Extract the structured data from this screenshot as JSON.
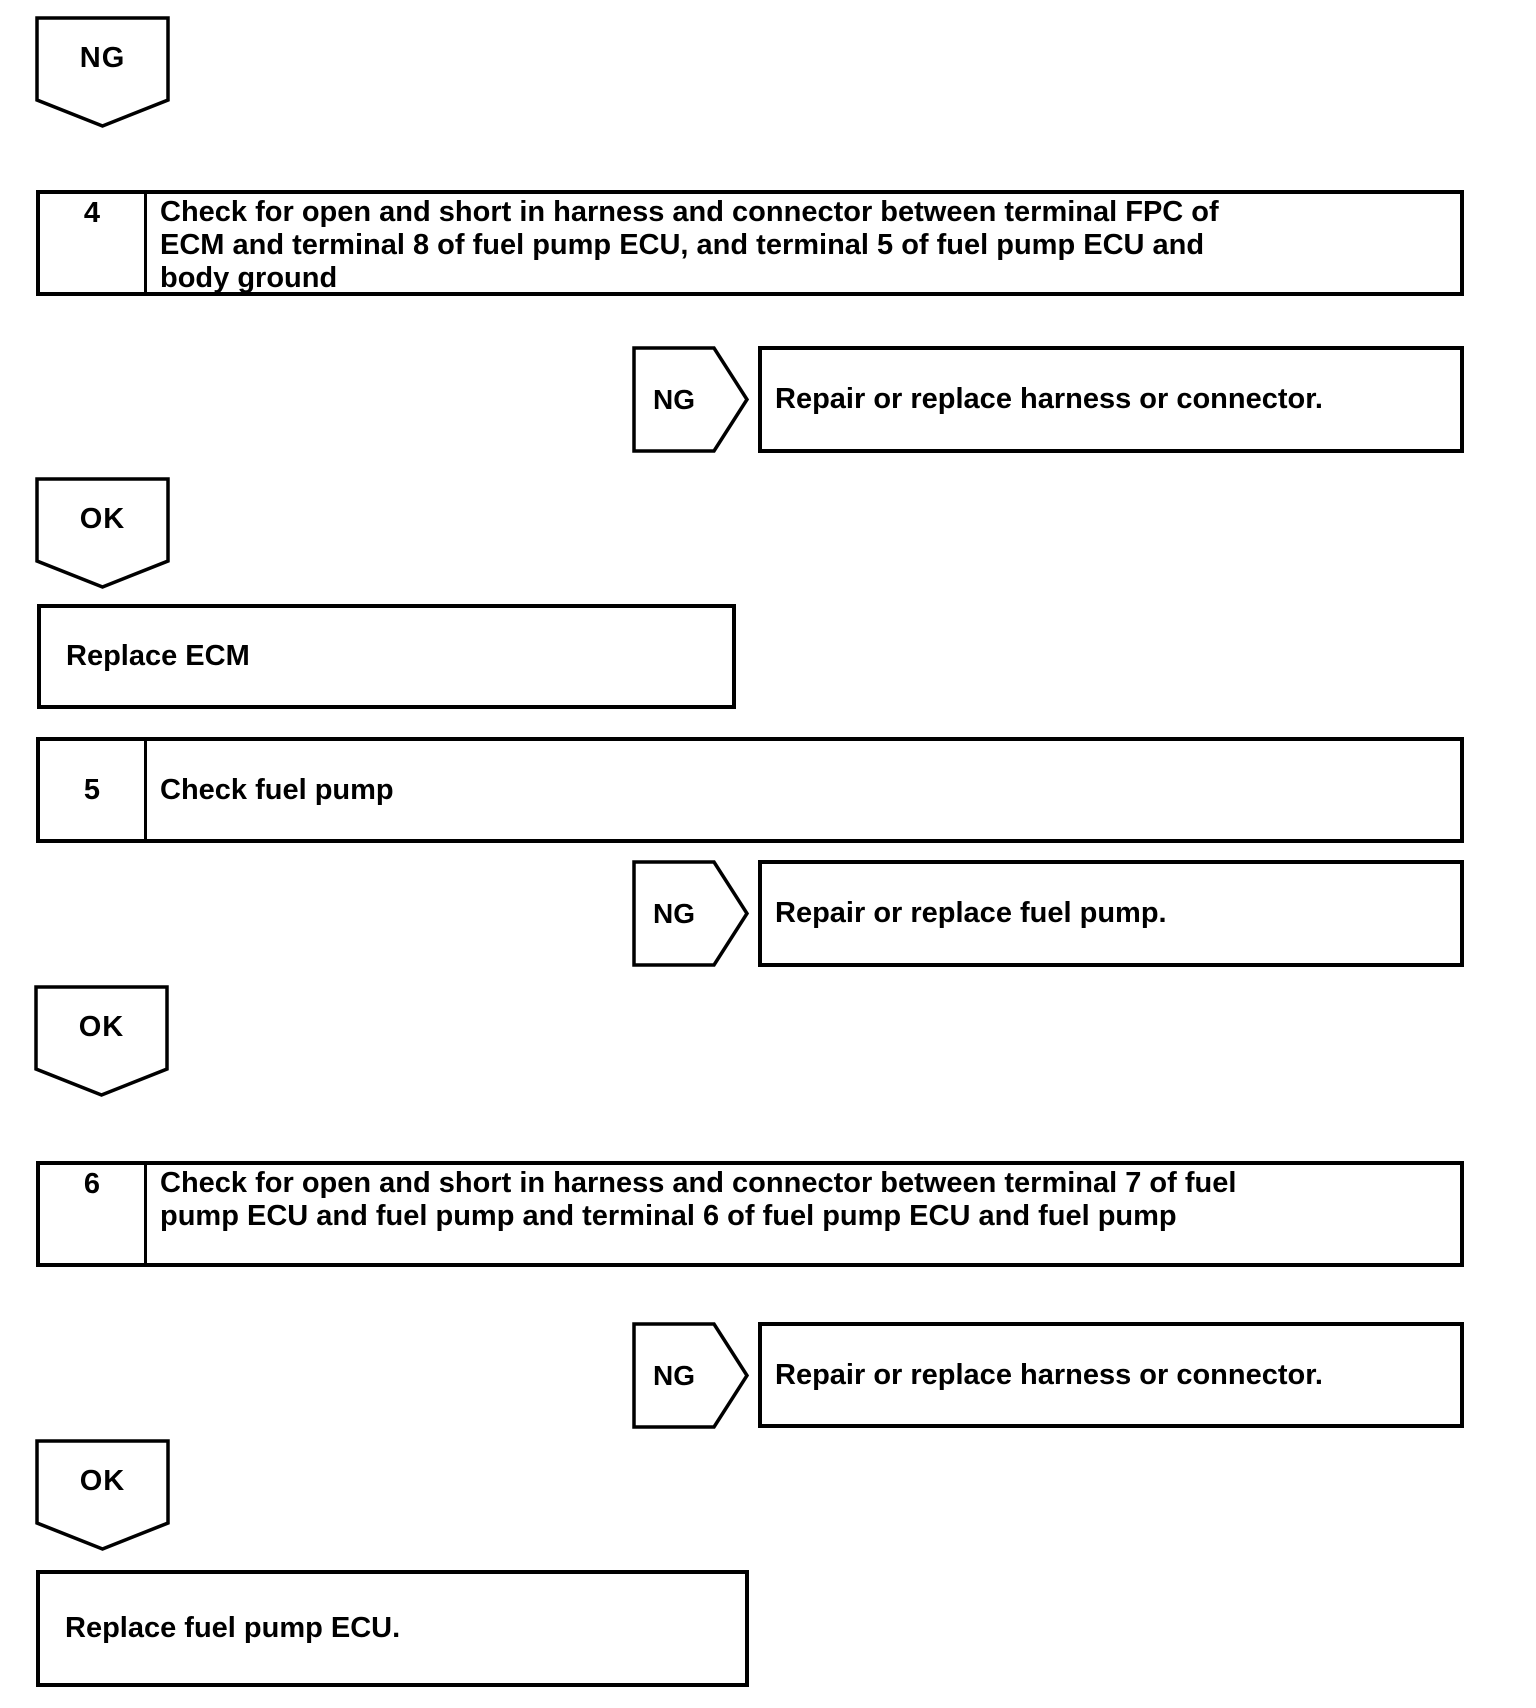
{
  "diagram": {
    "type": "diagnostic-flowchart",
    "entry": {
      "connector": "NG"
    },
    "steps": [
      {
        "number": "4",
        "instruction": "Check for open and short in harness and connector between terminal FPC of\nECM and terminal 8 of fuel pump ECU, and terminal 5 of fuel pump ECU and\nbody ground"
      },
      {
        "number": "5",
        "instruction": "Check fuel pump"
      },
      {
        "number": "6",
        "instruction": "Check for open and short in harness and connector between terminal 7 of fuel\npump ECU and fuel pump and terminal 6 of fuel pump ECU and fuel pump"
      }
    ],
    "ng_branches": [
      {
        "connector": "NG",
        "action": "Repair or replace harness or connector."
      },
      {
        "connector": "NG",
        "action": "Repair or replace fuel pump."
      },
      {
        "connector": "NG",
        "action": "Repair or replace harness or connector."
      }
    ],
    "ok_connectors": [
      {
        "label": "OK"
      },
      {
        "label": "OK"
      },
      {
        "label": "OK"
      }
    ],
    "terminals": [
      {
        "action": "Replace ECM"
      },
      {
        "action": "Replace fuel pump ECU."
      }
    ]
  },
  "colors": {
    "ink": "#000000",
    "paper": "#ffffff"
  }
}
